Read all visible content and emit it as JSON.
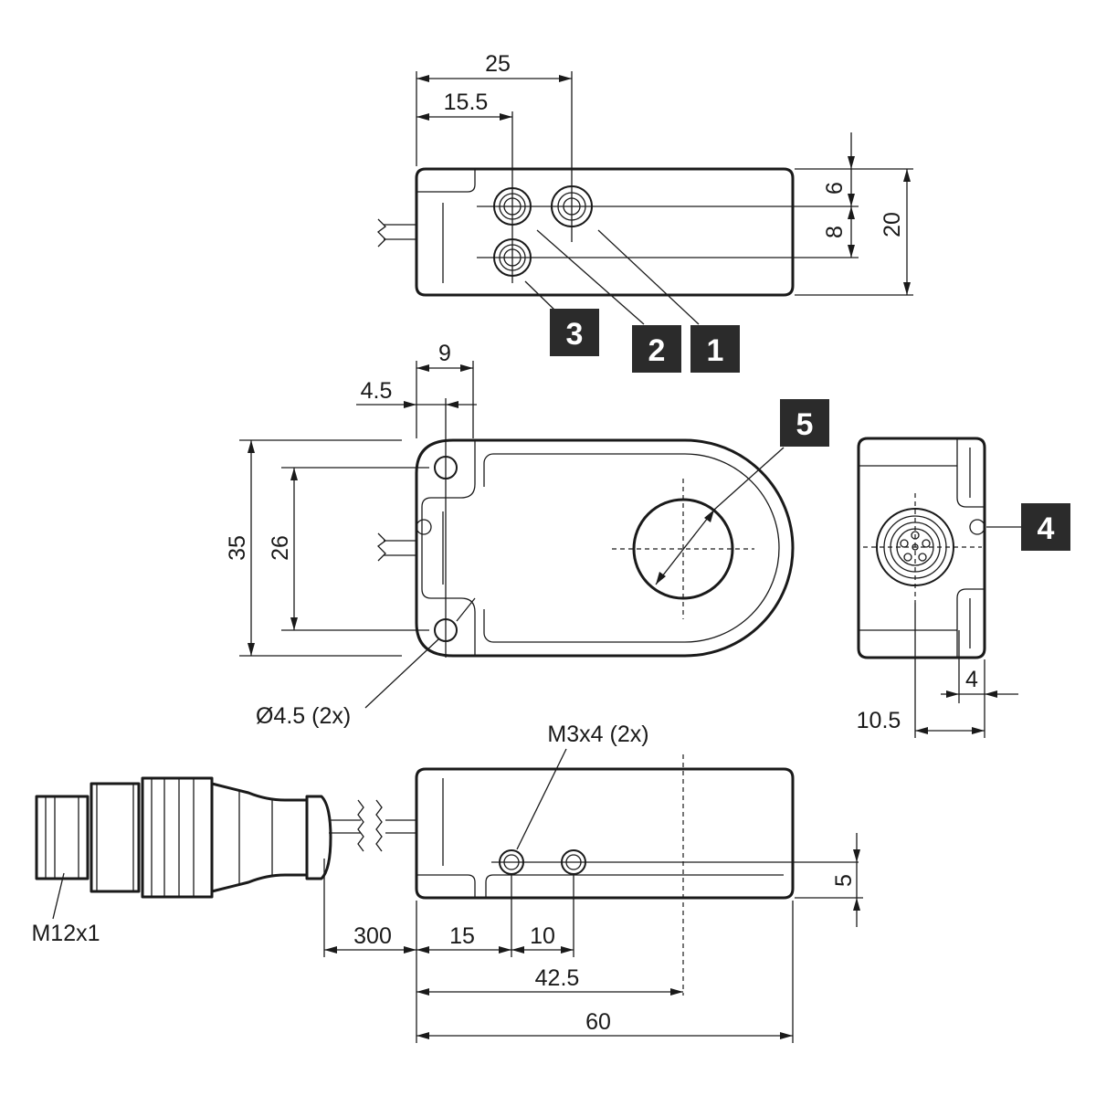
{
  "dimensions": {
    "top_width_25": "25",
    "top_offset_15_5": "15.5",
    "top_6": "6",
    "top_8": "8",
    "top_height_20": "20",
    "front_9": "9",
    "front_4_5": "4.5",
    "front_height_35": "35",
    "front_26": "26",
    "hole_dia": "Ø4.5 (2x)",
    "side_4": "4",
    "side_10_5": "10.5",
    "thread_label": "M3x4 (2x)",
    "connector_label": "M12x1",
    "cable_300": "300",
    "bottom_15": "15",
    "bottom_10": "10",
    "bottom_42_5": "42.5",
    "bottom_60": "60",
    "bottom_5": "5"
  },
  "badges": [
    "1",
    "2",
    "3",
    "4",
    "5"
  ]
}
